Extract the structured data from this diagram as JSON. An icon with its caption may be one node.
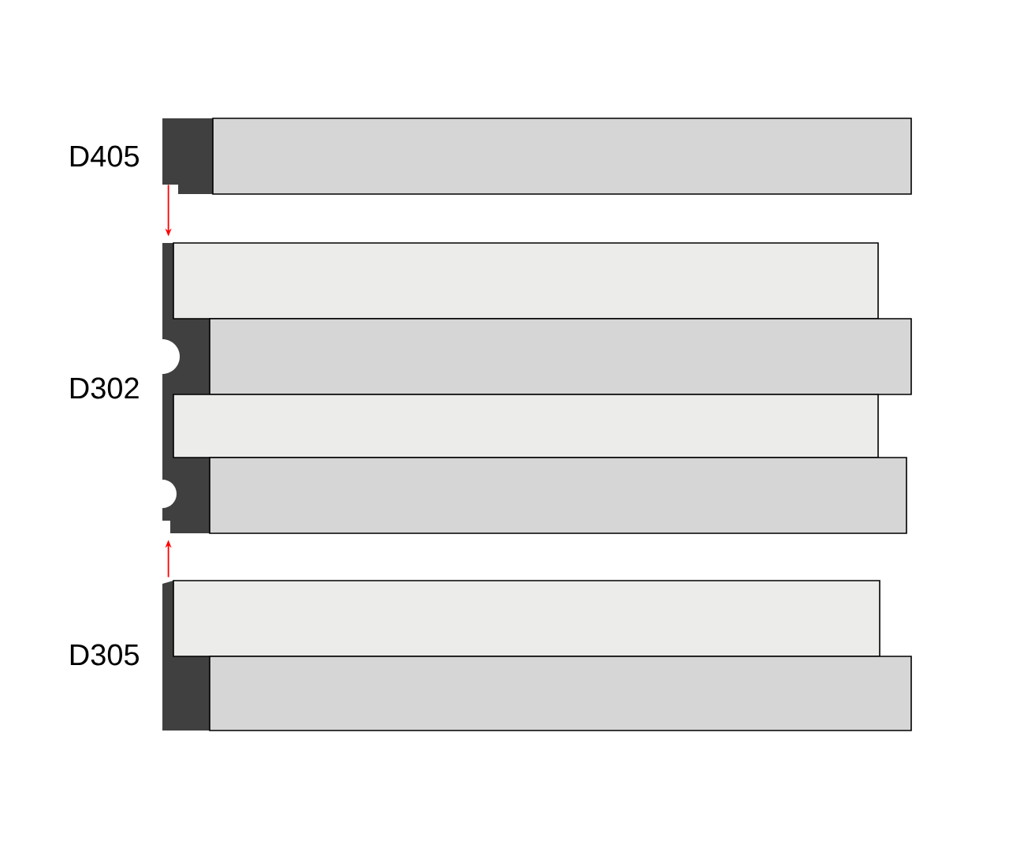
{
  "diagram": {
    "nodes": [
      {
        "text": [
          "D405"
        ]
      },
      {
        "text": [
          "D302"
        ]
      },
      {
        "text": [
          "D305"
        ]
      }
    ],
    "edges": [
      {
        "from": 0,
        "to": 1,
        "arrow": "to"
      },
      {
        "from": 2,
        "to": 1,
        "arrow": "to"
      }
    ]
  }
}
